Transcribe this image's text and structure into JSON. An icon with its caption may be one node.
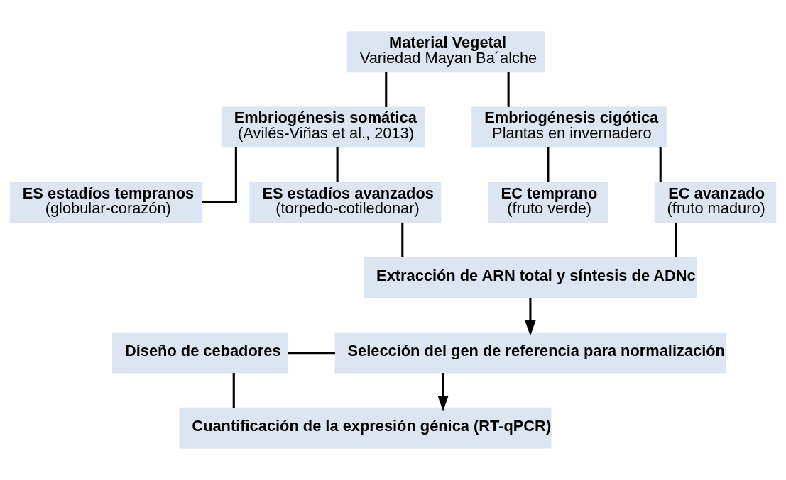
{
  "diagram": {
    "nodes": [
      {
        "text": [
          "Material Vegetal",
          "Variedad Mayan Ba´alche"
        ]
      },
      {
        "text": [
          "Embriogénesis somática",
          "(Avilés-Viñas et al., 2013)"
        ]
      },
      {
        "text": [
          "Embriogénesis cigótica",
          "Plantas en invernadero"
        ]
      },
      {
        "text": [
          "ES estadíos tempranos",
          "(globular-corazón)"
        ]
      },
      {
        "text": [
          "ES estadíos avanzados",
          "(torpedo-cotiledonar)"
        ]
      },
      {
        "text": [
          "EC temprano",
          "(fruto verde)"
        ]
      },
      {
        "text": [
          "EC avanzado",
          "(fruto maduro)"
        ]
      },
      {
        "text": [
          "Extracción de ARN total y síntesis de ADNc"
        ]
      },
      {
        "text": [
          "Selección del gen de referencia para normalización"
        ]
      },
      {
        "text": [
          "Cuantificación de la expresión génica (RT-qPCR)"
        ]
      },
      {
        "text": [
          "Diseño de cebadores"
        ]
      }
    ],
    "edges": [
      {
        "from": 0,
        "to": 1,
        "arrow": "none"
      },
      {
        "from": 0,
        "to": 2,
        "arrow": "none"
      },
      {
        "from": 1,
        "to": 3,
        "arrow": "none"
      },
      {
        "from": 1,
        "to": 4,
        "arrow": "none"
      },
      {
        "from": 2,
        "to": 5,
        "arrow": "none"
      },
      {
        "from": 2,
        "to": 6,
        "arrow": "none"
      },
      {
        "from": 4,
        "to": 7,
        "arrow": "none"
      },
      {
        "from": 6,
        "to": 7,
        "arrow": "none"
      },
      {
        "from": 7,
        "to": 8,
        "arrow": "to"
      },
      {
        "from": 8,
        "to": 9,
        "arrow": "to"
      },
      {
        "from": 10,
        "to": 8,
        "arrow": "none"
      },
      {
        "from": 10,
        "to": 9,
        "arrow": "none"
      }
    ]
  }
}
